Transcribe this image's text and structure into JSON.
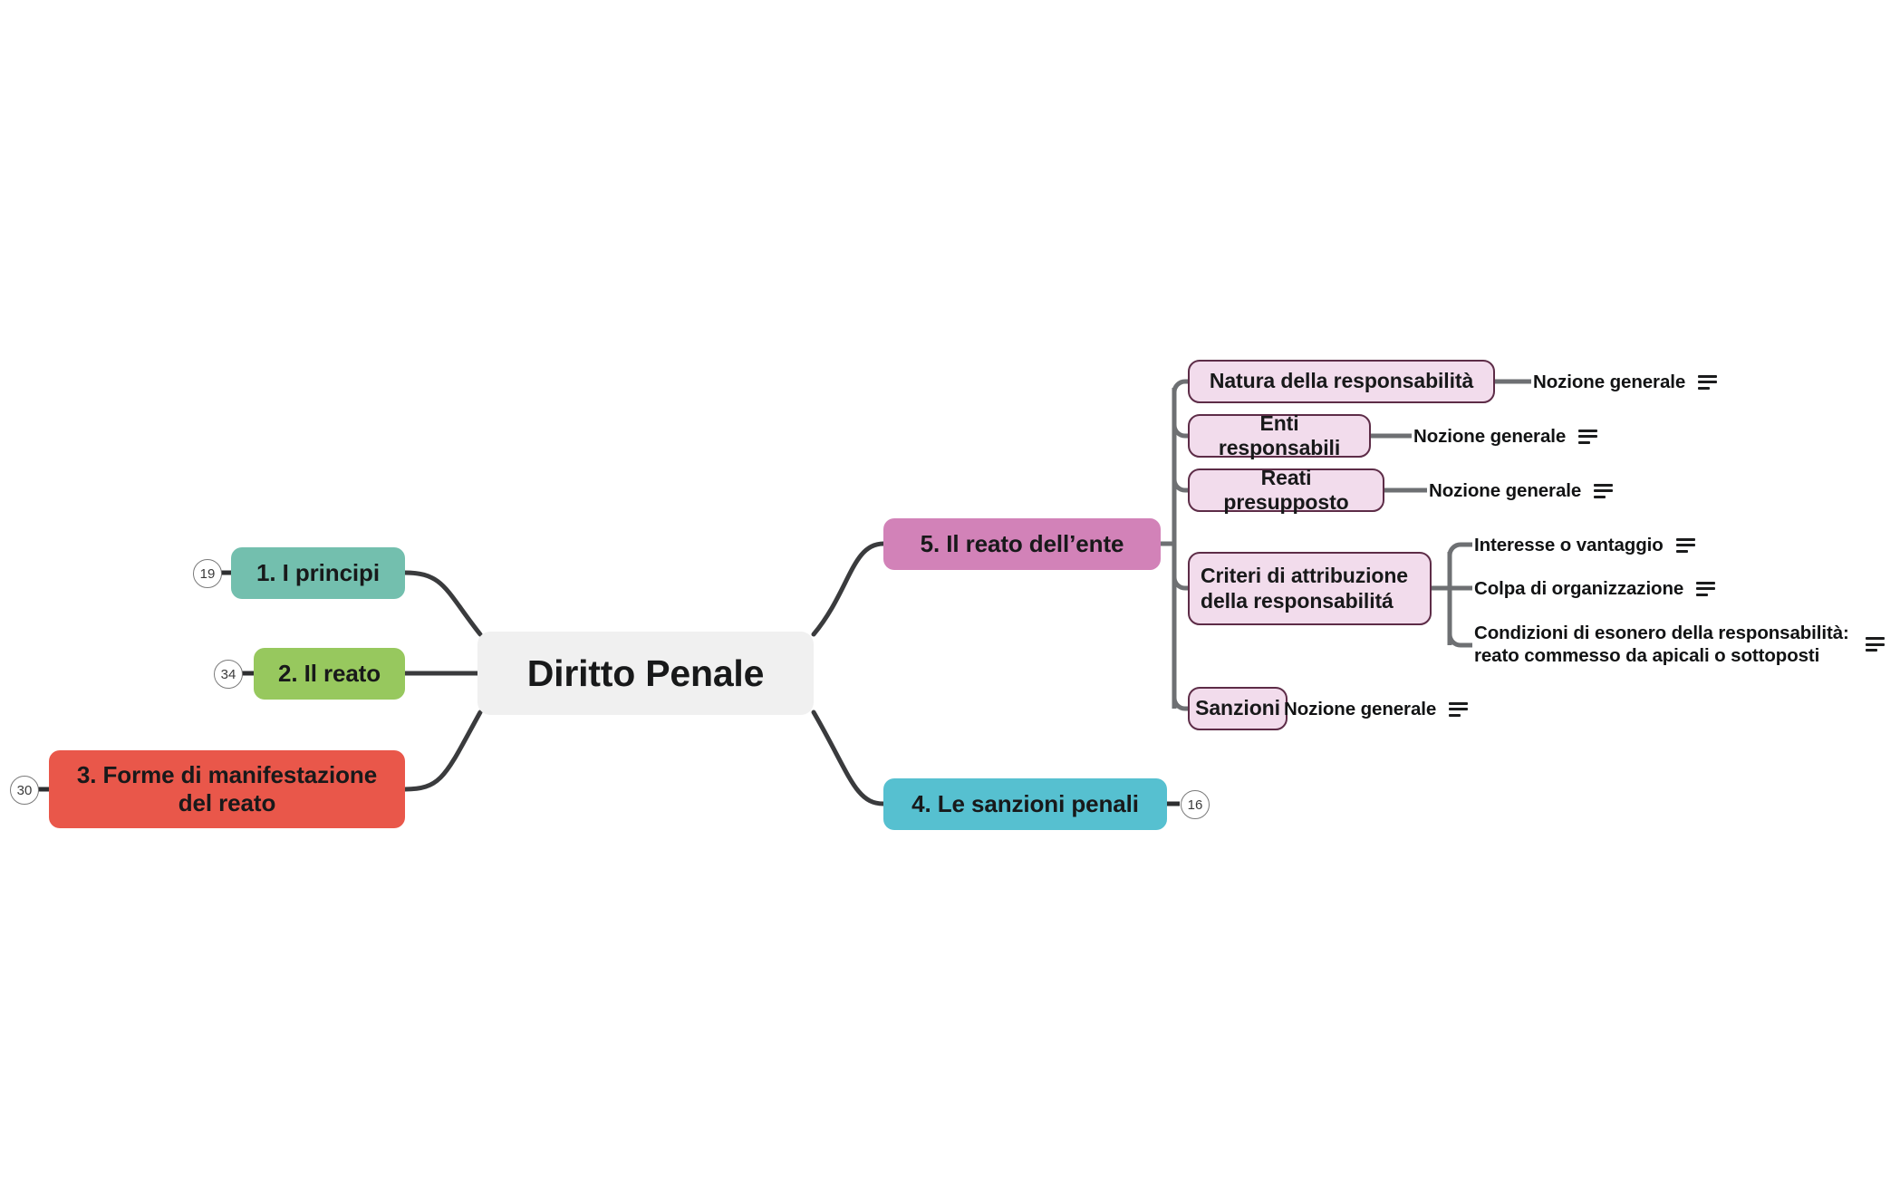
{
  "diagram": {
    "title": "Diritto Penale",
    "type": "mind-map"
  },
  "root": {
    "label": "Diritto Penale",
    "color": "#f0f0f0"
  },
  "left_branches": [
    {
      "label": "1. I principi",
      "badge": "19",
      "color": "#73bfae"
    },
    {
      "label": "2. Il reato",
      "badge": "34",
      "color": "#97c85e"
    },
    {
      "label": "3. Forme di manifestazione\ndel reato",
      "badge": "30",
      "color": "#e9574a"
    }
  ],
  "right_branches": [
    {
      "label": "5. Il reato dell’ente",
      "badge": "",
      "color": "#d282b8"
    },
    {
      "label": "4. Le sanzioni penali",
      "badge": "16",
      "color": "#56c0d0"
    }
  ],
  "sub_nodes": [
    {
      "label": "Natura della responsabilità",
      "leaves": [
        {
          "label": "Nozione generale",
          "note_icon": "notes-icon"
        }
      ]
    },
    {
      "label": "Enti responsabili",
      "leaves": [
        {
          "label": "Nozione generale",
          "note_icon": "notes-icon"
        }
      ]
    },
    {
      "label": "Reati presupposto",
      "leaves": [
        {
          "label": "Nozione generale",
          "note_icon": "notes-icon"
        }
      ]
    },
    {
      "label": "Criteri di attribuzione\ndella responsabilitá",
      "leaves": [
        {
          "label": "Interesse o vantaggio",
          "note_icon": "notes-icon"
        },
        {
          "label": "Colpa di organizzazione",
          "note_icon": "notes-icon"
        },
        {
          "label": "Condizioni di esonero della responsabilità:\nreato commesso da apicali o sottoposti",
          "note_icon": "notes-icon"
        }
      ]
    },
    {
      "label": "Sanzioni",
      "leaves": [
        {
          "label": "Nozione generale",
          "note_icon": "notes-icon"
        }
      ]
    }
  ],
  "colors": {
    "root_bg": "#f0f0f0",
    "teal": "#73bfae",
    "green": "#97c85e",
    "red": "#e9574a",
    "magenta": "#d282b8",
    "cyan": "#56c0d0",
    "sub_fill": "#f2dcec",
    "sub_stroke": "#5d2c47",
    "edge_dark": "#3a3b3d",
    "edge_gray": "#6e7073"
  }
}
